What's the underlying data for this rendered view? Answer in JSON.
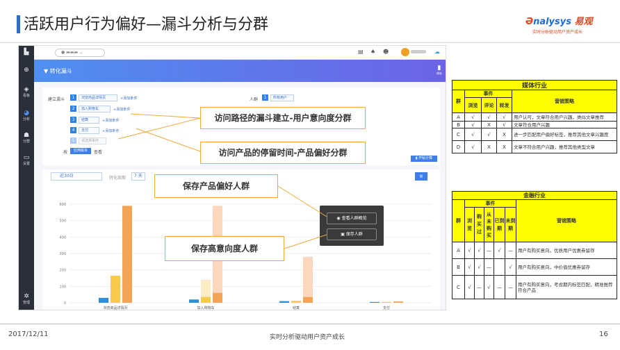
{
  "slide": {
    "title": "活跃用户行为偏好—漏斗分析与分群",
    "footer_date": "2017/12/11",
    "footer_center": "实时分析驱动用户资产成长",
    "page_number": "16",
    "accent_color": "#2f6fc2",
    "callout_color": "#f2a93b"
  },
  "logo": {
    "brand": "nalysys",
    "brand_lead": "Ə",
    "brand_cn": "易观",
    "tagline": "实时分析驱动用户资产成长"
  },
  "app": {
    "header_title": "转化漏斗",
    "save_label": "保存",
    "build_funnel_label": "建立漏斗",
    "audience_label": "人群",
    "audience_value": "所有用户",
    "steps": [
      {
        "num": "1",
        "name": "浏览商品详情页"
      },
      {
        "num": "2",
        "name": "加入购物车"
      },
      {
        "num": "3",
        "name": "结算"
      },
      {
        "num": "4",
        "name": "支付"
      },
      {
        "num": "5",
        "name": "请选择事件"
      }
    ],
    "add_condition": "+添加条件",
    "by_label": "按",
    "by_value": "应用版本",
    "view_label": "查看",
    "start_analysis": "开始计算",
    "date_range": "近30日",
    "conversion_label": "转化周期",
    "conversion_value": "7 天",
    "sidebar": [
      "看板",
      "分析",
      "分群",
      "设置",
      "管理"
    ],
    "popup_view": "查看人群概览",
    "popup_save": "保存人群"
  },
  "chart_data": {
    "type": "bar",
    "categories": [
      "浏览商品详情页",
      "加入购物车",
      "结算",
      "支付"
    ],
    "ylim": [
      0,
      600
    ],
    "yticks": [
      0,
      100,
      200,
      300,
      400,
      500,
      600
    ],
    "series": [
      {
        "color": "#2d8fd8",
        "values": [
          30,
          20,
          10,
          5
        ]
      },
      {
        "color": "#f9c94e",
        "values": [
          165,
          35,
          12,
          5
        ]
      },
      {
        "color": "#f3a457",
        "values": [
          590,
          60,
          35,
          8
        ]
      }
    ],
    "ghost_bars": [
      {
        "category_index": 1,
        "values": [
          140,
          590
        ]
      },
      {
        "category_index": 2,
        "values": [
          0,
          280
        ]
      }
    ]
  },
  "callouts": [
    "访问路径的漏斗建立-用户意向度分群",
    "访问产品的停留时间-产品偏好分群",
    "保存产品偏好人群",
    "保存高意向度人群"
  ],
  "media_table": {
    "title": "媒体行业",
    "group_header": "群",
    "event_header": "事件",
    "strategy_header": "营销策略",
    "event_cols": [
      "浏览",
      "评论",
      "转发"
    ],
    "rows": [
      {
        "group": "A",
        "events": [
          "√",
          "√",
          "√"
        ],
        "strategy": "用户认可，文章符合用户兴趣，类似文章推荐"
      },
      {
        "group": "B",
        "events": [
          "√",
          "X",
          "√"
        ],
        "strategy": "文章符合用户兴趣"
      },
      {
        "group": "C",
        "events": [
          "√",
          "√",
          "X"
        ],
        "strategy": "进一步匹配用户偏好标签，推荐其他文章兴趣度"
      },
      {
        "group": "D",
        "events": [
          "√",
          "X",
          "X"
        ],
        "strategy": "文章不符合用户兴趣，推荐其他类型文章"
      }
    ]
  },
  "finance_table": {
    "title": "金融行业",
    "group_header": "群",
    "event_header": "事件",
    "strategy_header": "营销策略",
    "event_cols": [
      "浏览",
      "购买过",
      "从未购买",
      "已到期",
      "未到期"
    ],
    "rows": [
      {
        "group": "A",
        "events": [
          "√",
          "√",
          "—",
          "√",
          "—"
        ],
        "strategy": "用户有购买意向，优质用户优惠券留存"
      },
      {
        "group": "B",
        "events": [
          "√",
          "√",
          "—",
          "",
          "√"
        ],
        "strategy": "用户有购买意向，中价值优惠券留存"
      },
      {
        "group": "C",
        "events": [
          "√",
          "—",
          "√",
          "—",
          "—"
        ],
        "strategy": "用户有购买意向，考虑期内标签匹配，精准推荐符合产品"
      }
    ]
  }
}
